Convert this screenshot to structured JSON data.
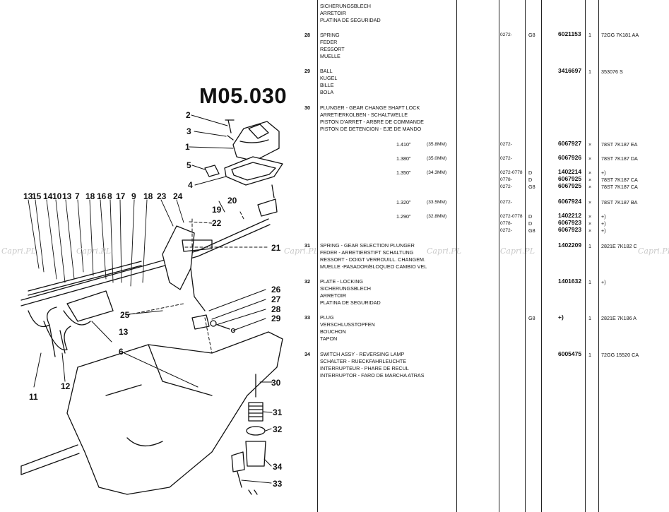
{
  "title": "M05.030",
  "watermark": "Capri.PL",
  "callouts": {
    "c1": "1",
    "c2": "2",
    "c3": "3",
    "c4": "4",
    "c5": "5",
    "c6": "6",
    "c7": "7",
    "c8": "8",
    "c9": "9",
    "c10": "10",
    "c11": "11",
    "c12": "12",
    "c13a": "13",
    "c13b": "13",
    "c13c": "13",
    "c14": "14",
    "c15": "15",
    "c16": "16",
    "c17": "17",
    "c18a": "18",
    "c18b": "18",
    "c19": "19",
    "c20": "20",
    "c21": "21",
    "c22": "22",
    "c23": "23",
    "c24": "24",
    "c25": "25",
    "c26": "26",
    "c27": "27",
    "c28": "28",
    "c29": "29",
    "c30": "30",
    "c31": "31",
    "c32": "32",
    "c33": "33",
    "c34": "34"
  },
  "parts": [
    {
      "no": "",
      "desc": [
        "SICHERUNGSBLECH",
        "ARRETOIR",
        "PLATINA DE SEGURIDAD"
      ],
      "rows": []
    },
    {
      "no": "28",
      "desc": [
        "SPRING",
        "FEDER",
        "RESSORT",
        "MUELLE"
      ],
      "rows": [
        {
          "from": "0272-",
          "code": "G8",
          "partno": "6021153",
          "qty": "1",
          "ref": "72GG 7K181 AA"
        }
      ]
    },
    {
      "no": "29",
      "desc": [
        "BALL",
        "KUGEL",
        "BILLE",
        "BOLA"
      ],
      "rows": [
        {
          "partno": "3416697",
          "qty": "1",
          "ref": "353076 S"
        }
      ]
    },
    {
      "no": "30",
      "desc": [
        "PLUNGER - GEAR CHANGE SHAFT LOCK",
        "ARRETIERKOLBEN - SCHALTWELLE",
        "PISTON D'ARRET - ARBRE DE COMMANDE",
        "PISTON DE DETENCION - EJE DE MANDO"
      ],
      "rows": [
        {
          "size_in": "1.410\"",
          "size_mm": "(35.8MM)",
          "from": "0272-",
          "partno": "6067927",
          "x": "×",
          "ref": "78ST 7K187 EA"
        },
        {
          "size_in": "1.380\"",
          "size_mm": "(35.0MM)",
          "from": "0272-",
          "partno": "6067926",
          "x": "×",
          "ref": "78ST 7K187 DA"
        },
        {
          "size_in": "1.350\"",
          "size_mm": "(34.3MM)",
          "from": "0272-0778",
          "code": "D",
          "partno": "1402214",
          "x": "×",
          "ref": "+)"
        },
        {
          "from": "0778-",
          "code": "D",
          "partno": "6067925",
          "x": "×",
          "ref": "78ST 7K187 CA"
        },
        {
          "from": "0272-",
          "code": "G8",
          "partno": "6067925",
          "x": "×",
          "ref": "78ST 7K187 CA"
        },
        {
          "size_in": "1.320\"",
          "size_mm": "(33.5MM)",
          "from": "0272-",
          "partno": "6067924",
          "x": "×",
          "ref": "78ST 7K187 BA"
        },
        {
          "size_in": "1.290\"",
          "size_mm": "(32.8MM)",
          "from": "0272-0778",
          "code": "D",
          "partno": "1402212",
          "x": "×",
          "ref": "+)"
        },
        {
          "from": "0778-",
          "code": "D",
          "partno": "6067923",
          "x": "×",
          "ref": "+)"
        },
        {
          "from": "0272-",
          "code": "G8",
          "partno": "6067923",
          "x": "×",
          "ref": "+)"
        }
      ]
    },
    {
      "no": "31",
      "desc": [
        "SPRING - GEAR SELECTION PLUNGER",
        "FEDER - ARRETIERSTIFT SCHALTUNG",
        "RESSORT - DOIGT VERROUILL. CHANGEM.",
        "MUELLE -PASADOR/BLOQUEO CAMBIO VEL"
      ],
      "rows": [
        {
          "partno": "1402209",
          "qty": "1",
          "ref": "2821E 7K182 C"
        }
      ]
    },
    {
      "no": "32",
      "desc": [
        "PLATE - LOCKING",
        "SICHERUNGSBLECH",
        "ARRETOIR",
        "PLATINA DE SEGURIDAD"
      ],
      "rows": [
        {
          "partno": "1401632",
          "qty": "1",
          "ref": "+)"
        }
      ]
    },
    {
      "no": "33",
      "desc": [
        "PLUG",
        "VERSCHLUSSTOPFEN",
        "BOUCHON",
        "TAPON"
      ],
      "rows": [
        {
          "code": "G8",
          "partno": "+)",
          "qty": "1",
          "ref": "2821E 7K186 A"
        }
      ]
    },
    {
      "no": "34",
      "desc": [
        "SWITCH ASSY - REVERSING LAMP",
        "SCHALTER - RUECKFAHRLEUCHTE",
        "INTERRUPTEUR - PHARE DE RECUL",
        "INTERRUPTOR - FARO DE MARCHA ATRAS"
      ],
      "rows": [
        {
          "partno": "6005475",
          "qty": "1",
          "ref": "72GG 15520 CA"
        }
      ]
    }
  ]
}
